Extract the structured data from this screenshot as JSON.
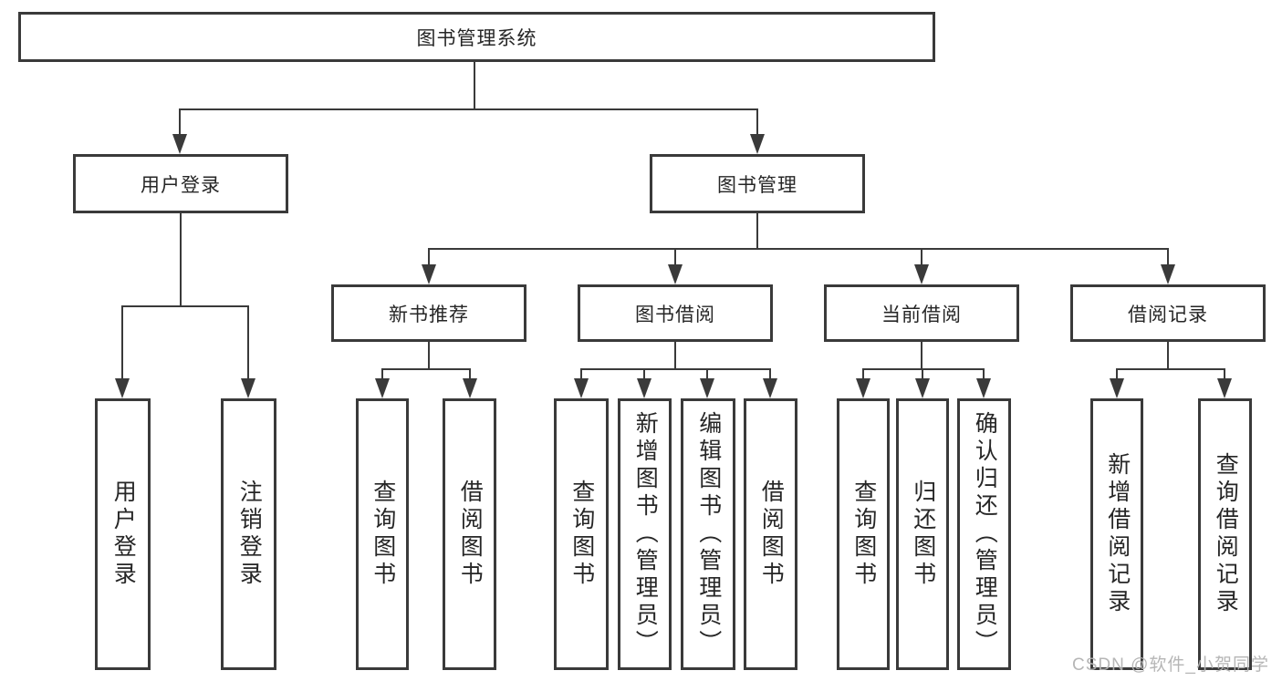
{
  "diagram": {
    "type": "hierarchy-tree",
    "root": {
      "label": "图书管理系统"
    },
    "branches": [
      {
        "label": "用户登录",
        "children": [
          {
            "label": "用户登录"
          },
          {
            "label": "注销登录"
          }
        ]
      },
      {
        "label": "图书管理",
        "sections": [
          {
            "label": "新书推荐",
            "children": [
              {
                "label": "查询图书"
              },
              {
                "label": "借阅图书"
              }
            ]
          },
          {
            "label": "图书借阅",
            "children": [
              {
                "label": "查询图书"
              },
              {
                "label": "新增图书（管理员）"
              },
              {
                "label": "编辑图书（管理员）"
              },
              {
                "label": "借阅图书"
              }
            ]
          },
          {
            "label": "当前借阅",
            "children": [
              {
                "label": "查询图书"
              },
              {
                "label": "归还图书"
              },
              {
                "label": "确认归还（管理员）"
              }
            ]
          },
          {
            "label": "借阅记录",
            "children": [
              {
                "label": "新增借阅记录"
              },
              {
                "label": "查询借阅记录"
              }
            ]
          }
        ]
      }
    ],
    "watermark": "CSDN @软件_小贺同学",
    "colors": {
      "line": "#3a3a3a",
      "text": "#262626",
      "background": "#ffffff",
      "watermark": "#b2b2b2"
    }
  }
}
